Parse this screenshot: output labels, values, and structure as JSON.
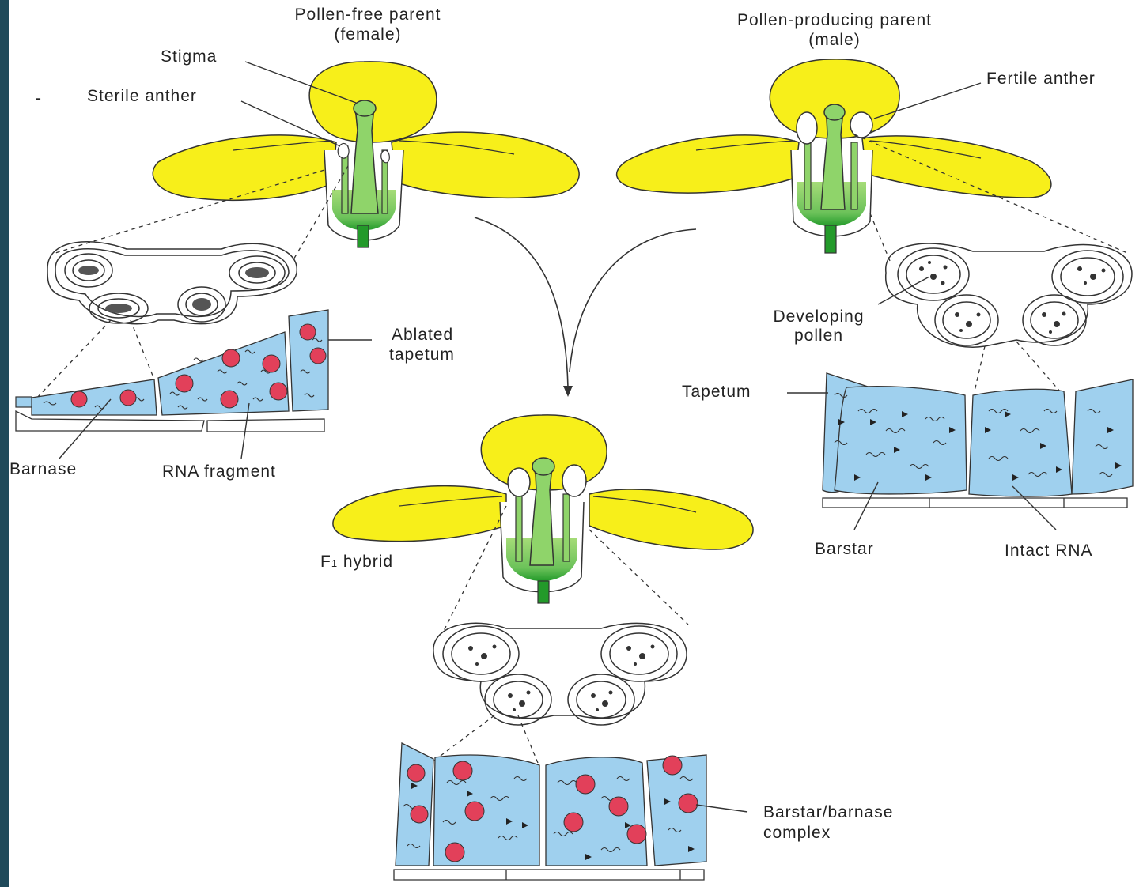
{
  "colors": {
    "petal": "#f7ef1a",
    "stem": "#8fd46a",
    "stem_dark": "#2a9a2a",
    "tapetum": "#9fd0ee",
    "barnase": "#e2405a",
    "frame": "#1f4a5a"
  },
  "labels": {
    "female_title_1": "Pollen-free parent",
    "female_title_2": "(female)",
    "male_title_1": "Pollen-producing parent",
    "male_title_2": "(male)",
    "stigma": "Stigma",
    "sterile_anther": "Sterile anther",
    "fertile_anther": "Fertile anther",
    "ablated_tapetum_1": "Ablated",
    "ablated_tapetum_2": "tapetum",
    "developing_pollen_1": "Developing",
    "developing_pollen_2": "pollen",
    "tapetum": "Tapetum",
    "barnase": "Barnase",
    "rna_fragment": "RNA fragment",
    "barstar": "Barstar",
    "intact_rna": "Intact RNA",
    "f1_hybrid_prefix": "F",
    "f1_hybrid_sub": "1",
    "f1_hybrid_suffix": " hybrid",
    "complex_1": "Barstar/barnase",
    "complex_2": "complex",
    "dash": "-"
  }
}
